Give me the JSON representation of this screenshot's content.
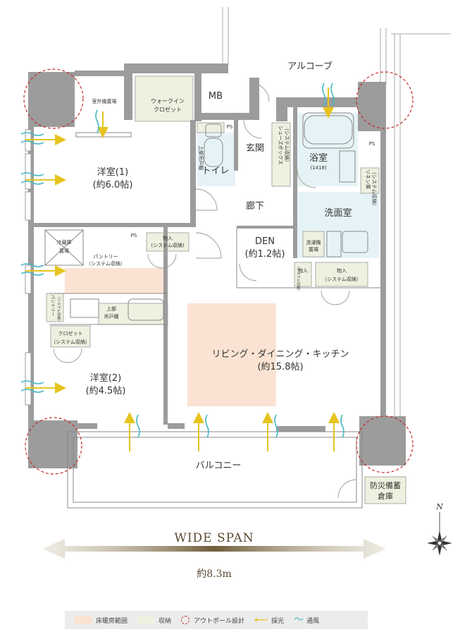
{
  "rooms": {
    "western1_name": "洋室(1)",
    "western1_area": "(約6.0帖)",
    "western2_name": "洋室(2)",
    "western2_area": "(約4.5帖)",
    "ldk_name": "リビング・ダイニング・キッチン",
    "ldk_area": "(約15.8帖)",
    "den_name": "DEN",
    "den_area": "(約1.2帖)",
    "bath_name": "浴室",
    "bath_size": "(1418)",
    "washroom": "洗面室",
    "toilet": "トイレ",
    "entrance": "玄関",
    "hallway": "廊下",
    "alcove": "アルコーブ",
    "balcony": "バルコニー",
    "mb": "MB"
  },
  "storage": {
    "walkin_1": "ウォークイン",
    "walkin_2": "クロゼット",
    "shoes_1": "シューズボックス",
    "shoes_2": "（システム収納）",
    "linen_1": "リネン庫",
    "linen_2": "（システム収納）",
    "mono_top_1": "物入",
    "mono_top_2": "(システム収納)",
    "mono_right_1": "物入",
    "mono_right_2": "（システム収納）",
    "mono_den_1": "物入",
    "mono_den_2": "（システム収納）",
    "pantry_1": "パントリー",
    "pantry_2": "（システム収納）",
    "pantry_side_1": "パントリー",
    "pantry_side_2": "（システム収納）",
    "closet_1": "クロゼット",
    "closet_2": "（システム収納）",
    "upper_cab_toilet": "上部吊戸棚",
    "upper_cab_kitchen_1": "上部",
    "upper_cab_kitchen_2": "吊戸棚",
    "fridge_1": "冷蔵庫",
    "fridge_2": "置場",
    "washer_1": "洗濯機",
    "washer_2": "置場",
    "outdoor_unit": "室外機置場",
    "disaster_1": "防災備蓄",
    "disaster_2": "倉庫",
    "ps": "PS"
  },
  "span": {
    "title": "WIDE SPAN",
    "width": "約8.3m"
  },
  "compass": "N",
  "legend": {
    "heating": "床暖房範囲",
    "storage": "収納",
    "outpole": "アウトポール設計",
    "light": "採光",
    "wind": "通風"
  },
  "colors": {
    "wall": "#9c9c9c",
    "heating": "#fbe3d3",
    "storage": "#edf1df",
    "wet_area": "#e6f3f6",
    "outpole": "#c52a2a",
    "light_arrow": "#e6c41f",
    "wind_wave": "#48b9c3",
    "span_arrow": "#7a6a4a"
  }
}
